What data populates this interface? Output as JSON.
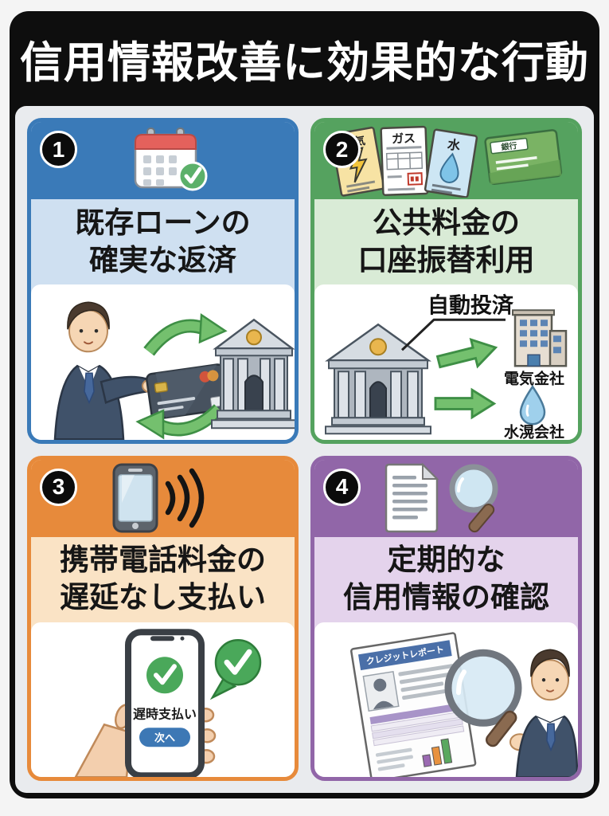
{
  "title": "信用情報改善に効果的な行動",
  "colors": {
    "frame": "#0e0e0e",
    "panel_bg": "#e9ebee",
    "card1_main": "#3a7ab8",
    "card1_tint": "#cfe0f1",
    "card2_main": "#55a25f",
    "card2_tint": "#d9ebd6",
    "card3_main": "#e78a3b",
    "card3_tint": "#fae3c5",
    "card4_main": "#9166a8",
    "card4_tint": "#e4d3ec",
    "check_green": "#4aa85a",
    "arrow_green": "#74c06e"
  },
  "cards": [
    {
      "number": "1",
      "title_line1": "既存ローンの",
      "title_line2": "確実な返済",
      "header_icon": "calendar-check-icon"
    },
    {
      "number": "2",
      "title_line1": "公共料金の",
      "title_line2": "口座振替利用",
      "header_icons": [
        "electric-bill-icon",
        "gas-bill-icon",
        "water-bill-icon",
        "bankbook-icon"
      ],
      "bills": {
        "electric": "電気",
        "gas": "ガス",
        "water": "水"
      },
      "bankbook_label": "銀行",
      "auto_debit_label": "自動投済",
      "electric_company_label": "電気金社",
      "water_company_label": "水滉会社"
    },
    {
      "number": "3",
      "title_line1": "携帯電話料金の",
      "title_line2": "遅延なし支払い",
      "header_icon": "phone-signal-icon",
      "screen_text": "遅時支払い",
      "next_button": "次へ"
    },
    {
      "number": "4",
      "title_line1": "定期的な",
      "title_line2": "信用情報の確認",
      "header_icons": [
        "document-icon",
        "magnifier-icon"
      ],
      "report_title": "クレジットレポート"
    }
  ]
}
